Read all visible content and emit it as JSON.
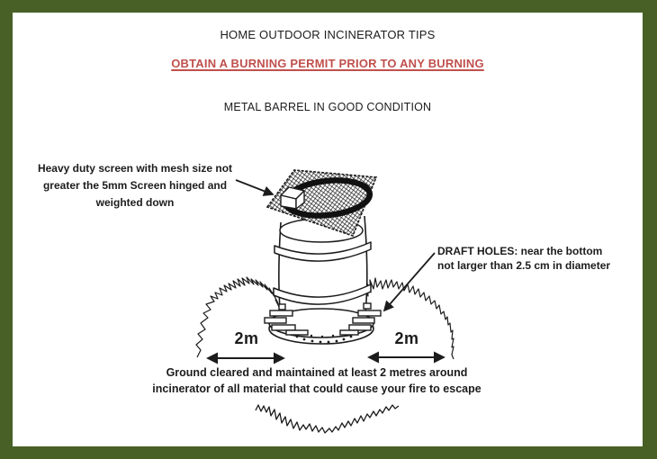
{
  "colors": {
    "page_border": "#486026",
    "warning_text": "#c0504d",
    "ink": "#1c1c1c"
  },
  "header": {
    "title": "HOME OUTDOOR INCINERATOR TIPS",
    "warning": "OBTAIN A BURNING PERMIT PRIOR TO ANY BURNING",
    "subtitle": "METAL BARREL IN GOOD CONDITION"
  },
  "diagram": {
    "screen_note": [
      "Heavy duty screen with mesh size not",
      "greater the 5mm Screen hinged and",
      "weighted down"
    ],
    "draft_holes_note": [
      "DRAFT HOLES: near the bottom",
      "not larger than 2.5 cm in diameter"
    ],
    "clearance_left": "2m",
    "clearance_right": "2m"
  },
  "footer": {
    "caption": [
      "Ground cleared and maintained at least 2 metres around",
      "incinerator of all material that could cause your fire to escape"
    ]
  }
}
